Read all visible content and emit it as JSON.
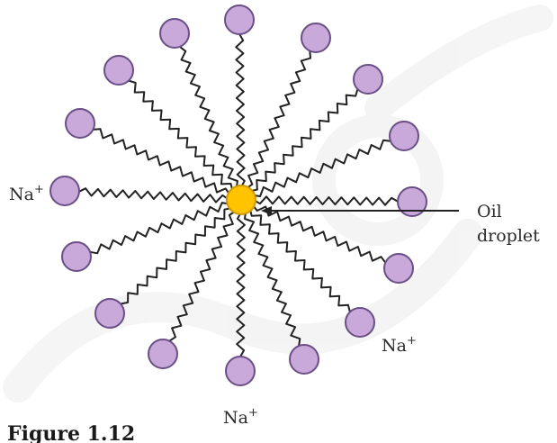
{
  "diagram": {
    "labels": {
      "na_left": "Na",
      "na_right": "Na",
      "na_bottom": "Na",
      "charge": "+",
      "oil_line1": "Oil",
      "oil_line2": "droplet"
    },
    "caption": "Figure 1.12",
    "colors": {
      "head_fill": "#c8a9da",
      "head_stroke": "#6a4f86",
      "droplet_fill": "#ffc300",
      "droplet_stroke": "#d19a00",
      "tail": "#222222",
      "watermark": "#ececec"
    }
  }
}
